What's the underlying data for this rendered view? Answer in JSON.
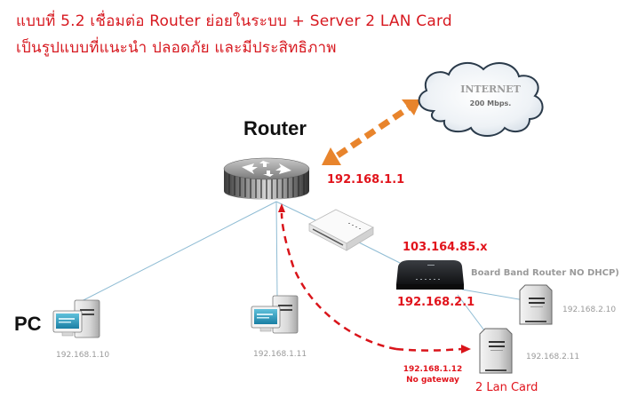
{
  "header": {
    "title_line1": "แบบที่ 5.2 เชื่อมต่อ Router ย่อยในระบบ + Server 2 LAN Card",
    "title_line2": "เป็นรูปแบบที่แนะนำ ปลอดภัย และมีประสิทธิภาพ"
  },
  "colors": {
    "title_red": "#d71920",
    "ip_red": "#e1141c",
    "link_blue": "#8fbcd4",
    "internet_arrow_orange": "#e8842c",
    "dashed_path_red": "#d9141a",
    "grey_text": "#9a9a9a"
  },
  "internet": {
    "icon": "cloud-icon",
    "title": "INTERNET",
    "bandwidth": "200 Mbps."
  },
  "router": {
    "label": "Router",
    "icon": "router-icon",
    "ip": "192.168.1.1"
  },
  "switch": {
    "icon": "switch-icon"
  },
  "broadband_router": {
    "icon": "broadband-router-icon",
    "wan_ip": "103.164.85.x",
    "lan_ip": "192.168.2.1",
    "note": "Board Band Router NO DHCP)"
  },
  "pc_group": {
    "label": "PC",
    "pcs": [
      {
        "icon": "pc-icon",
        "ip": "192.168.1.10"
      },
      {
        "icon": "pc-icon",
        "ip": "192.168.1.11"
      }
    ]
  },
  "servers": [
    {
      "icon": "server-icon",
      "ip": "192.168.2.10"
    },
    {
      "icon": "server-icon",
      "ip": "192.168.2.11"
    },
    {
      "icon": "server-icon",
      "ip_line1": "192.168.1.12",
      "ip_line2": "No gateway",
      "caption": "2 Lan Card"
    }
  ],
  "links": [
    {
      "from": "router",
      "to": "pc-192.168.1.10",
      "style": "solid-blue"
    },
    {
      "from": "router",
      "to": "pc-192.168.1.11",
      "style": "solid-blue"
    },
    {
      "from": "router",
      "to": "switch",
      "style": "solid-blue"
    },
    {
      "from": "switch",
      "to": "broadband-router",
      "style": "solid-blue"
    },
    {
      "from": "broadband-router",
      "to": "server-192.168.2.10",
      "style": "solid-blue"
    },
    {
      "from": "broadband-router",
      "to": "server-2-lan-card",
      "style": "solid-blue"
    },
    {
      "from": "router",
      "to": "internet",
      "style": "dashed-orange-bidirectional"
    },
    {
      "from": "server-2-lan-card",
      "to": "router",
      "style": "dashed-red-bidirectional"
    }
  ]
}
